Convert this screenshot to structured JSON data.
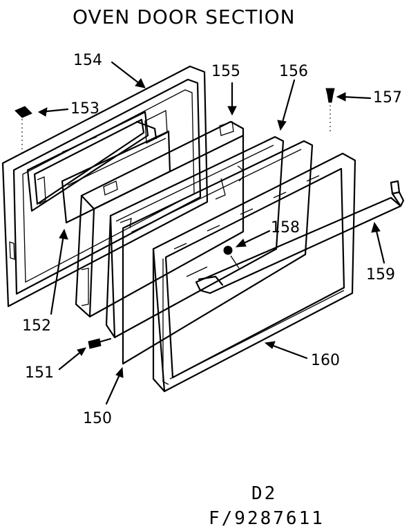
{
  "title": "OVEN DOOR SECTION",
  "labels": {
    "p150": "150",
    "p151": "151",
    "p152": "152",
    "p153": "153",
    "p154": "154",
    "p155": "155",
    "p156": "156",
    "p157": "157",
    "p158": "158",
    "p159": "159",
    "p160": "160"
  },
  "footer": {
    "diagram_code": "D2",
    "figure_number": "F/9287611"
  }
}
